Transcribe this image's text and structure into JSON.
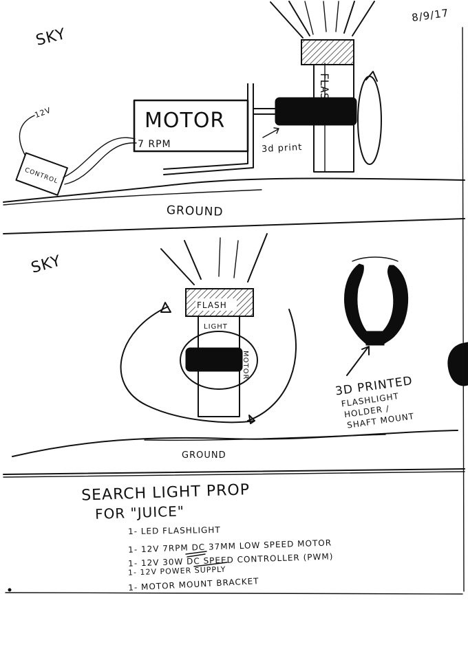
{
  "date": "8/9/17",
  "top_view": {
    "sky_label": "SKY",
    "motor_label": "MOTOR",
    "rpm_label": "7 RPM",
    "voltage_label": "12V",
    "control_label": "CONTROL",
    "print_label": "3d print",
    "flashlight_label": "FLASH",
    "ground_label": "GROUND"
  },
  "front_view": {
    "sky_label": "SKY",
    "flash_label": "FLASH",
    "light_label": "LIGHT",
    "motor_label": "MOTOR",
    "ground_label": "GROUND",
    "mount_note": [
      "3D PRINTED",
      "FLASHLIGHT",
      "HOLDER /",
      "SHAFT MOUNT"
    ]
  },
  "notes": {
    "title_line1": "SEARCH LIGHT PROP",
    "title_line2": "FOR \"JUICE\"",
    "items": [
      "1- LED FLASHLIGHT",
      "1- 12V 7RPM DC 37MM LOW SPEED MOTOR",
      "1- 12V 30W DC SPEED CONTROLLER (PWM)",
      "1- 12V POWER SUPPLY",
      "1- MOTOR MOUNT BRACKET"
    ]
  },
  "colors": {
    "ink": "#111111",
    "paper": "#ffffff"
  }
}
